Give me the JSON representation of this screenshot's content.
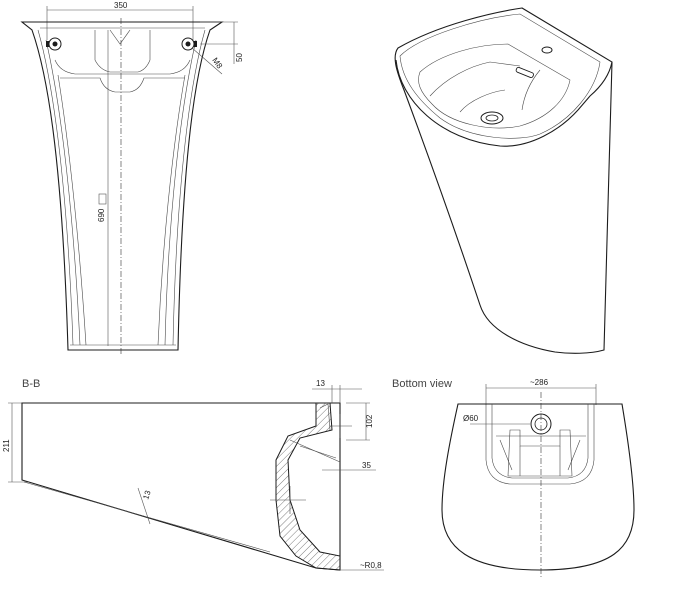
{
  "views": {
    "section_label": "B-B",
    "bottom_label": "Bottom view"
  },
  "dimensions": {
    "width_top": "350",
    "height_total": "690",
    "depth_50": "50",
    "bolt": "M8",
    "height_section": "211",
    "rim_13": "13",
    "rim_102": "102",
    "wall_35": "35",
    "wall_13": "13",
    "radius": "~R0,8",
    "width_bottom": "~286",
    "hole_dia": "Ø60"
  }
}
